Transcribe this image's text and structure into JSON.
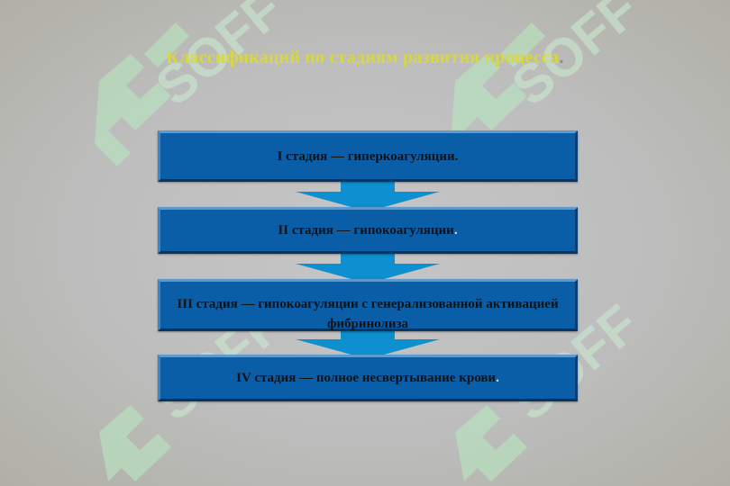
{
  "title": {
    "text": "Классификаций по стадиям развития процесса",
    "trailing": "."
  },
  "stages": [
    {
      "text": "I стадия — гиперкоагуляции.",
      "trailing": ""
    },
    {
      "text": "II стадия — гипокоагуляции",
      "trailing": "."
    },
    {
      "text": "III стадия — гипокоагуляции с генерализованной активацией фибринолиза",
      "trailing": ""
    },
    {
      "text": "IV стадия — полное несвертывание крови",
      "trailing": "."
    }
  ],
  "watermark": {
    "text": "SOFF",
    "icon": "soff-logo-icon",
    "color": "#b8e8c0"
  },
  "colors": {
    "box": "#0a5ea8",
    "arrow": "#0e8fcf",
    "title": "#d9d93a"
  }
}
